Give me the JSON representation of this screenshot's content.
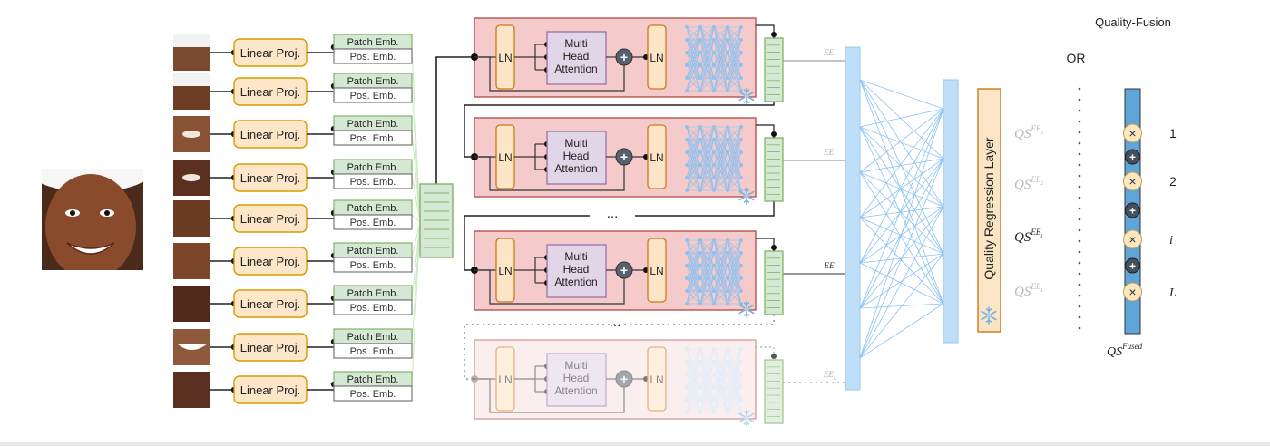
{
  "patch_rows": [
    {
      "proj_label": "Linear Proj.",
      "patch_emb": "Patch Emb.",
      "pos_emb": "Pos. Emb."
    },
    {
      "proj_label": "Linear Proj.",
      "patch_emb": "Patch Emb.",
      "pos_emb": "Pos. Emb."
    },
    {
      "proj_label": "Linear Proj.",
      "patch_emb": "Patch Emb.",
      "pos_emb": "Pos. Emb."
    },
    {
      "proj_label": "Linear Proj.",
      "patch_emb": "Patch Emb.",
      "pos_emb": "Pos. Emb."
    },
    {
      "proj_label": "Linear Proj.",
      "patch_emb": "Patch Emb.",
      "pos_emb": "Pos. Emb."
    },
    {
      "proj_label": "Linear Proj.",
      "patch_emb": "Patch Emb.",
      "pos_emb": "Pos. Emb."
    },
    {
      "proj_label": "Linear Proj.",
      "patch_emb": "Patch Emb.",
      "pos_emb": "Pos. Emb."
    },
    {
      "proj_label": "Linear Proj.",
      "patch_emb": "Patch Emb.",
      "pos_emb": "Pos. Emb."
    },
    {
      "proj_label": "Linear Proj.",
      "patch_emb": "Patch Emb.",
      "pos_emb": "Pos. Emb."
    }
  ],
  "encoder_blocks": [
    {
      "ln_label": "LN",
      "attn_lines": [
        "Multi",
        "Head",
        "Attention"
      ],
      "exit_label": "EE",
      "exit_sub": "1",
      "faded": false
    },
    {
      "ln_label": "LN",
      "attn_lines": [
        "Multi",
        "Head",
        "Attention"
      ],
      "exit_label": "EE",
      "exit_sub": "1",
      "faded": false
    },
    {
      "ln_label": "LN",
      "attn_lines": [
        "Multi",
        "Head",
        "Attention"
      ],
      "exit_label": "EE",
      "exit_sub": "i",
      "faded": false
    },
    {
      "ln_label": "LN",
      "attn_lines": [
        "Multi",
        "Head",
        "Attention"
      ],
      "exit_label": "EE",
      "exit_sub": "L",
      "faded": true
    }
  ],
  "ellipsis": "...",
  "plus_symbol": "+",
  "regression_layer_label": "Quality Regression Layer",
  "qs_scores": [
    {
      "base": "QS",
      "sup": "EE",
      "sub": "1",
      "highlight": false
    },
    {
      "base": "QS",
      "sup": "EE",
      "sub": "2",
      "highlight": false
    },
    {
      "base": "QS",
      "sup": "EE",
      "sub": "i",
      "highlight": true
    },
    {
      "base": "QS",
      "sup": "EE",
      "sub": "L",
      "highlight": false
    }
  ],
  "or_label": "OR",
  "fusion_title": "Quality-Fusion",
  "fusion_weights": [
    "1",
    "2",
    "i",
    "L"
  ],
  "multiply_symbol": "×",
  "fused_output": {
    "base": "QS",
    "sup": "Fused"
  },
  "colors": {
    "block_fill": "#f4caca",
    "block_stroke": "#b85450",
    "ln_fill": "#fce5c6",
    "ln_stroke": "#c97a1a",
    "attn_fill": "#e1d5e7",
    "attn_stroke": "#9673a6",
    "patch_fill": "#d5e8d4",
    "patch_stroke": "#82b366",
    "proj_fill": "#fde7c8",
    "proj_stroke": "#d79b00",
    "fc_fill": "#bfdff8",
    "fc_stroke": "#9cc8ee",
    "fusion_fill": "#5fa6d8"
  },
  "icons": [
    "snowflake-icon",
    "neural-net-icon",
    "face-image"
  ]
}
